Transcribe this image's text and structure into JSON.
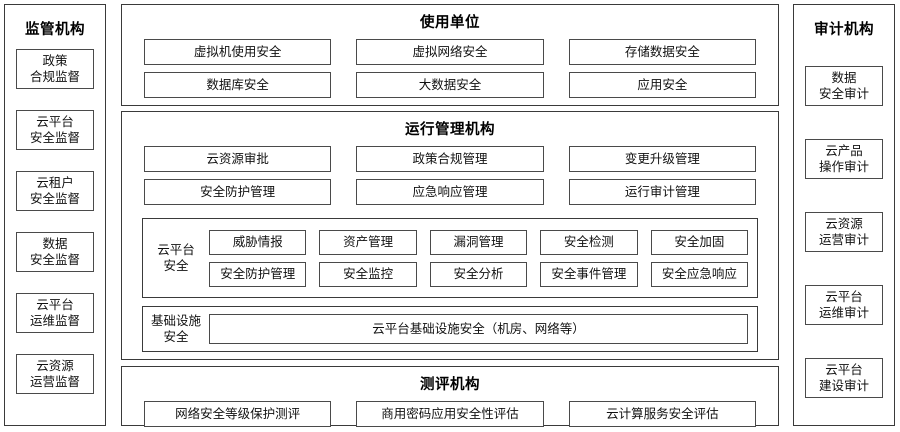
{
  "left_panel": {
    "title": "监管机构",
    "items": [
      {
        "line1": "政策",
        "line2": "合规监督"
      },
      {
        "line1": "云平台",
        "line2": "安全监督"
      },
      {
        "line1": "云租户",
        "line2": "安全监督"
      },
      {
        "line1": "数据",
        "line2": "安全监督"
      },
      {
        "line1": "云平台",
        "line2": "运维监督"
      },
      {
        "line1": "云资源",
        "line2": "运营监督"
      }
    ]
  },
  "right_panel": {
    "title": "审计机构",
    "items": [
      {
        "line1": "数据",
        "line2": "安全审计"
      },
      {
        "line1": "云产品",
        "line2": "操作审计"
      },
      {
        "line1": "云资源",
        "line2": "运营审计"
      },
      {
        "line1": "云平台",
        "line2": "运维审计"
      },
      {
        "line1": "云平台",
        "line2": "建设审计"
      }
    ]
  },
  "usage_section": {
    "title": "使用单位",
    "row1": [
      "虚拟机使用安全",
      "虚拟网络安全",
      "存储数据安全"
    ],
    "row2": [
      "数据库安全",
      "大数据安全",
      "应用安全"
    ]
  },
  "ops_section": {
    "title": "运行管理机构",
    "row1": [
      "云资源审批",
      "政策合规管理",
      "变更升级管理"
    ],
    "row2": [
      "安全防护管理",
      "应急响应管理",
      "运行审计管理"
    ],
    "cloud_security": {
      "label_line1": "云平台",
      "label_line2": "安全",
      "row1": [
        "威胁情报",
        "资产管理",
        "漏洞管理",
        "安全检测",
        "安全加固"
      ],
      "row2": [
        "安全防护管理",
        "安全监控",
        "安全分析",
        "安全事件管理",
        "安全应急响应"
      ]
    },
    "infrastructure": {
      "label_line1": "基础设施",
      "label_line2": "安全",
      "bar": "云平台基础设施安全（机房、网络等）"
    }
  },
  "eval_section": {
    "title": "测评机构",
    "row1": [
      "网络安全等级保护测评",
      "商用密码应用安全性评估",
      "云计算服务安全评估"
    ]
  },
  "colors": {
    "background": "#ffffff",
    "panel_border": "#3a3a3a",
    "cell_border": "#4a4a4a",
    "text": "#111111"
  }
}
